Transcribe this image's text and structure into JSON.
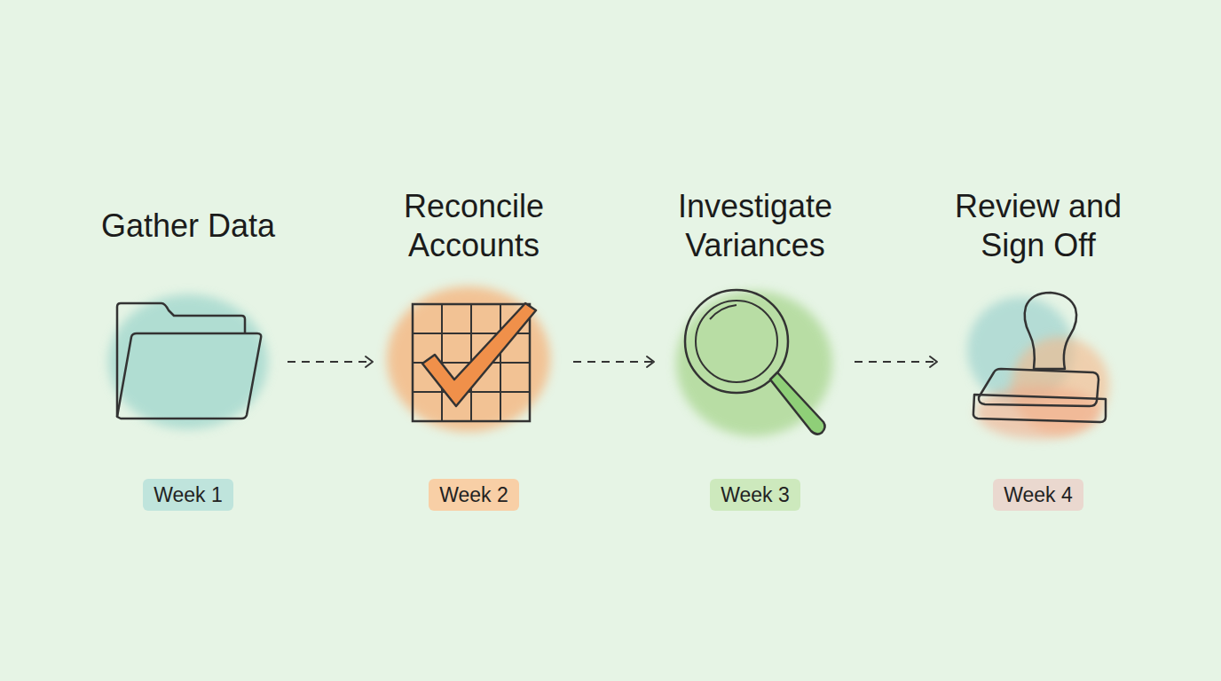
{
  "diagram": {
    "nodes": [
      {
        "text": [
          "Gather Data",
          "Week 1"
        ]
      },
      {
        "text": [
          "Reconcile Accounts",
          "Week 2"
        ]
      },
      {
        "text": [
          "Investigate Variances",
          "Week 3"
        ]
      },
      {
        "text": [
          "Review and Sign Off",
          "Week 4"
        ]
      }
    ],
    "edges": [
      {
        "from": 0,
        "to": 1,
        "arrow": "to"
      },
      {
        "from": 1,
        "to": 2,
        "arrow": "to"
      },
      {
        "from": 2,
        "to": 3,
        "arrow": "to"
      }
    ]
  }
}
